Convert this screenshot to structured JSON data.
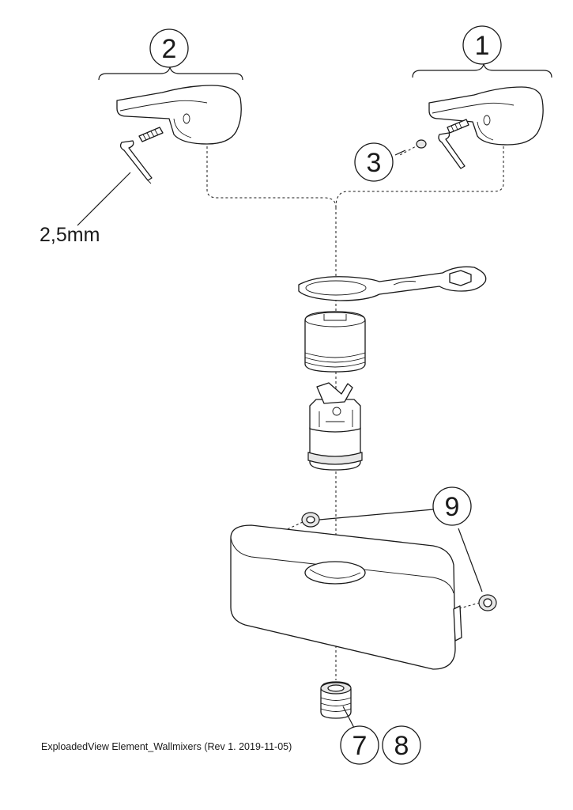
{
  "callouts": {
    "c1": "1",
    "c2": "2",
    "c3": "3",
    "c7": "7",
    "c8": "8",
    "c9": "9"
  },
  "dimension_label": "2,5mm",
  "caption": "ExploadedView Element_Wallmixers  (Rev 1. 2019-11-05)"
}
